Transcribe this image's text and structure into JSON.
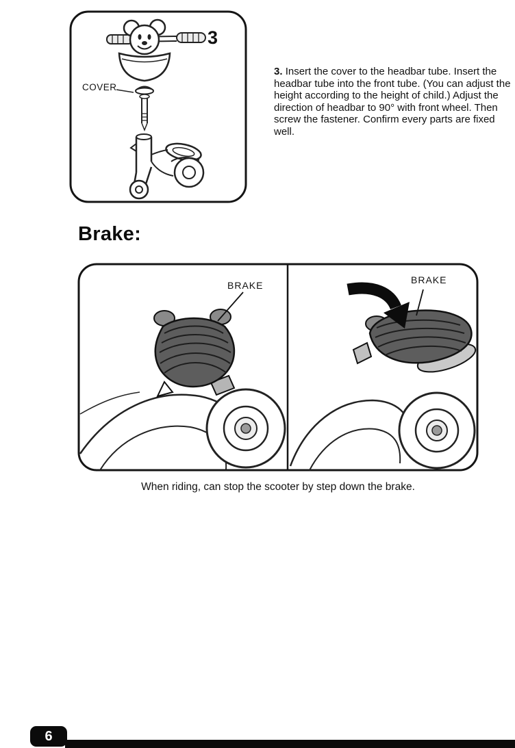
{
  "page": {
    "number": "6"
  },
  "colors": {
    "ink": "#111111",
    "brake_pad_gray": "#5d5d5d",
    "footer_bar": "#0b0b0b"
  },
  "step3": {
    "figure_number": "3",
    "cover_label": "COVER",
    "label": "3.",
    "body": "Insert the cover to the headbar tube. Insert the headbar tube into the front tube. (You can adjust the height according to the height of child.) Adjust the direction of headbar to 90° with front wheel. Then screw the fastener. Confirm every parts are fixed well."
  },
  "brake_section": {
    "heading": "Brake:",
    "released_label": "BRAKE",
    "pressed_label": "BRAKE",
    "caption": "When riding, can stop the scooter by step down the brake."
  }
}
